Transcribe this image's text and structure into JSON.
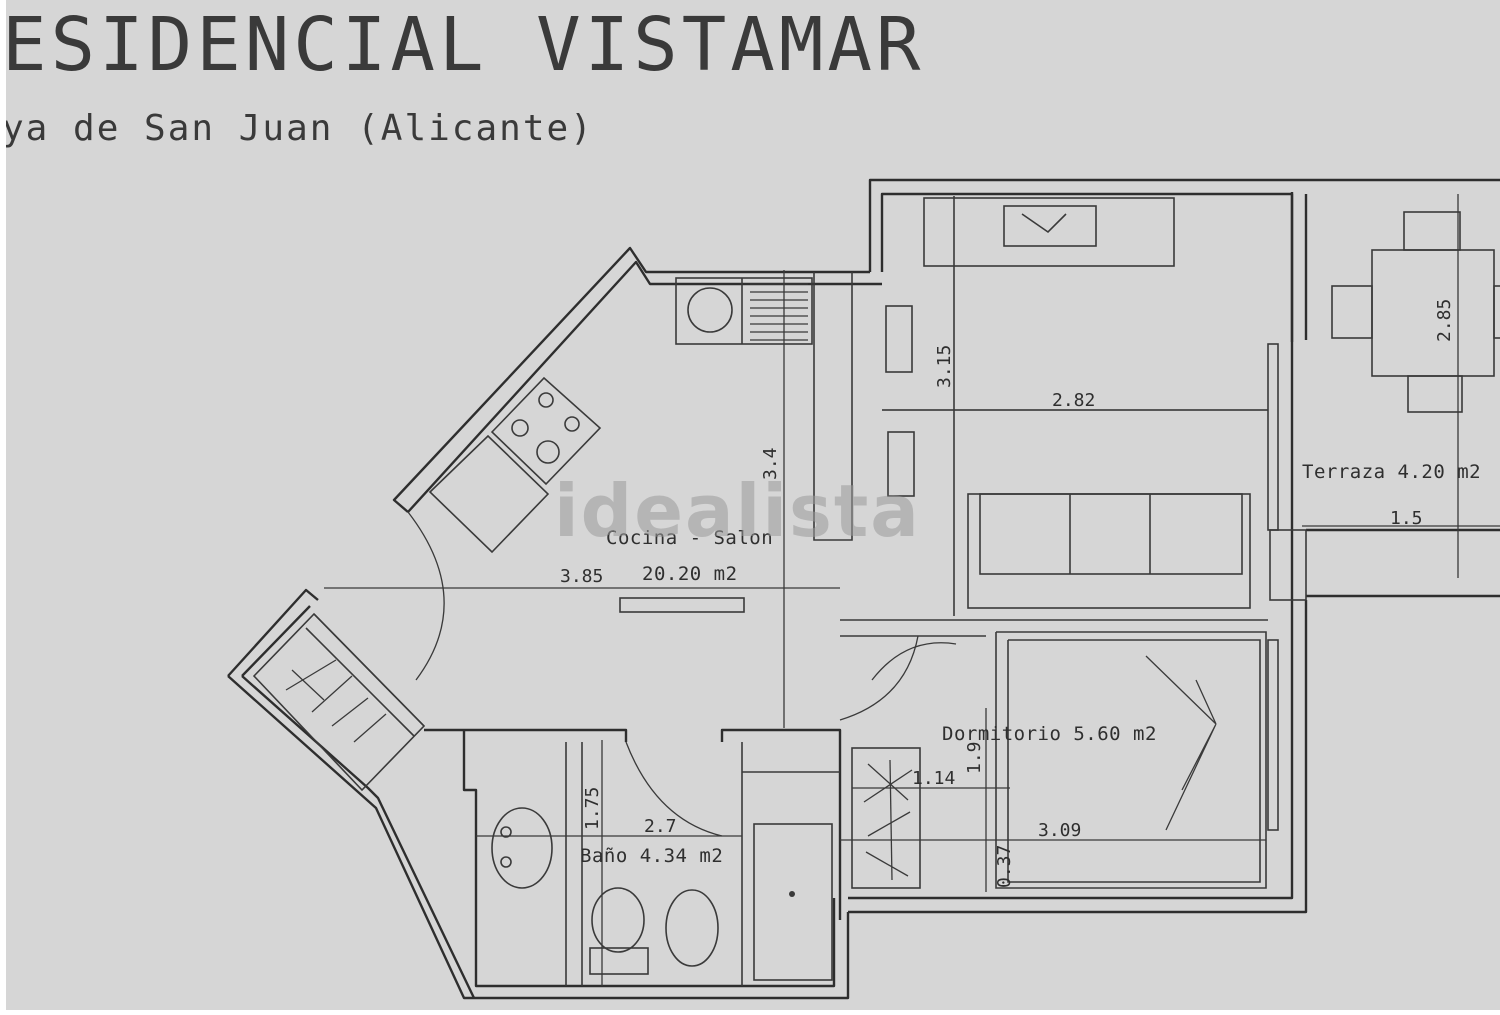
{
  "header": {
    "title": "ESIDENCIAL VISTAMAR",
    "subtitle": "ya de San Juan (Alicante)"
  },
  "watermark": "idealista",
  "rooms": {
    "living": {
      "name": "Cocina - Salon",
      "area": "20.20 m2"
    },
    "bath": {
      "name": "Baño 4.34 m2"
    },
    "bedroom": {
      "name": "Dormitorio 5.60 m2"
    },
    "terrace": {
      "name": "Terraza 4.20 m2"
    }
  },
  "dimensions": {
    "living_width": "3.85",
    "living_height": "3.4",
    "upper_width": "2.82",
    "upper_height": "3.15",
    "terrace_height": "2.85",
    "terrace_width": "1.5",
    "bath_height": "1.75",
    "bath_width": "2.7",
    "bedroom_height": "1.9",
    "bedroom_width": "3.09",
    "closet_width": "1.14",
    "closet_depth": "0.37"
  },
  "colors": {
    "paper": "#d6d6d6",
    "ink": "#2e2e2e",
    "watermark": "#9a9a9a"
  }
}
